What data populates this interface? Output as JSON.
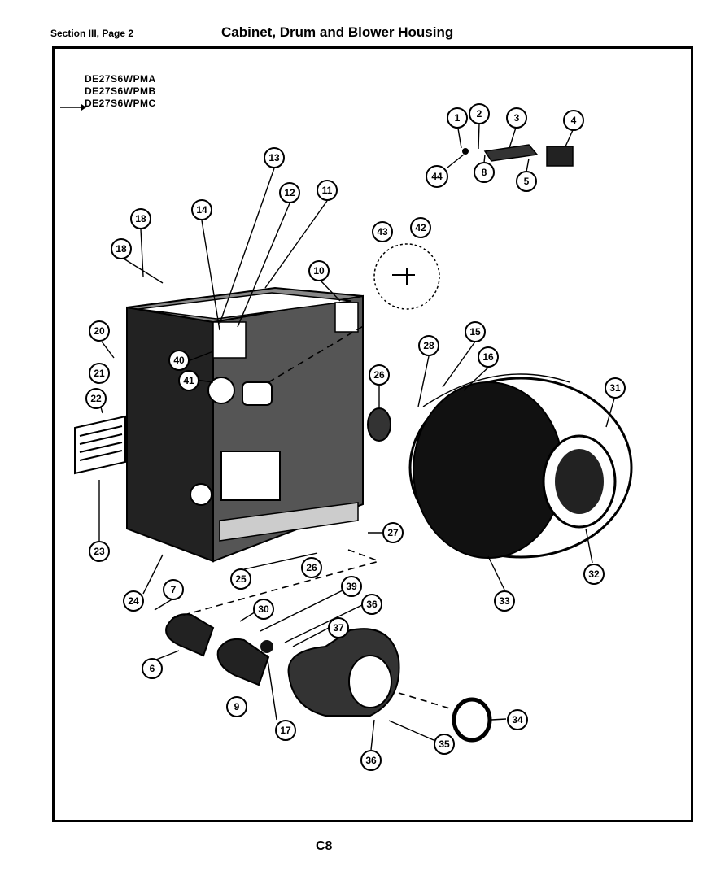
{
  "header": {
    "section": "Section III, Page 2",
    "title": "Cabinet, Drum and Blower Housing"
  },
  "models": [
    "DE27S6WPMA",
    "DE27S6WPMB",
    "DE27S6WPMC"
  ],
  "footer": {
    "page_code": "C8"
  },
  "callouts": [
    "1",
    "2",
    "3",
    "4",
    "5",
    "8",
    "44",
    "13",
    "12",
    "11",
    "14",
    "18",
    "18",
    "10",
    "43",
    "42",
    "20",
    "21",
    "22",
    "23",
    "40",
    "41",
    "26",
    "28",
    "15",
    "16",
    "31",
    "27",
    "25",
    "26",
    "24",
    "7",
    "30",
    "39",
    "36",
    "37",
    "6",
    "9",
    "17",
    "36",
    "35",
    "34",
    "32",
    "33"
  ]
}
